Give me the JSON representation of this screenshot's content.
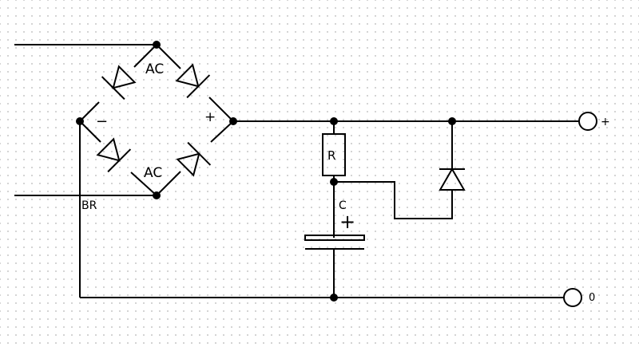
{
  "colors": {
    "wire": "#000000",
    "background": "#ffffff",
    "grid_dot": "#c8c8c8"
  },
  "bridge": {
    "label": "BR",
    "ac_top": "AC",
    "ac_bottom": "AC",
    "minus": "−",
    "plus": "+"
  },
  "resistor": {
    "label": "R"
  },
  "capacitor": {
    "label": "C",
    "polarity": "+"
  },
  "terminals": {
    "positive": "+",
    "zero": "0"
  },
  "icons": [
    "diode-icon",
    "resistor-icon",
    "electrolytic-capacitor-icon",
    "terminal-icon",
    "junction-dot-icon"
  ]
}
